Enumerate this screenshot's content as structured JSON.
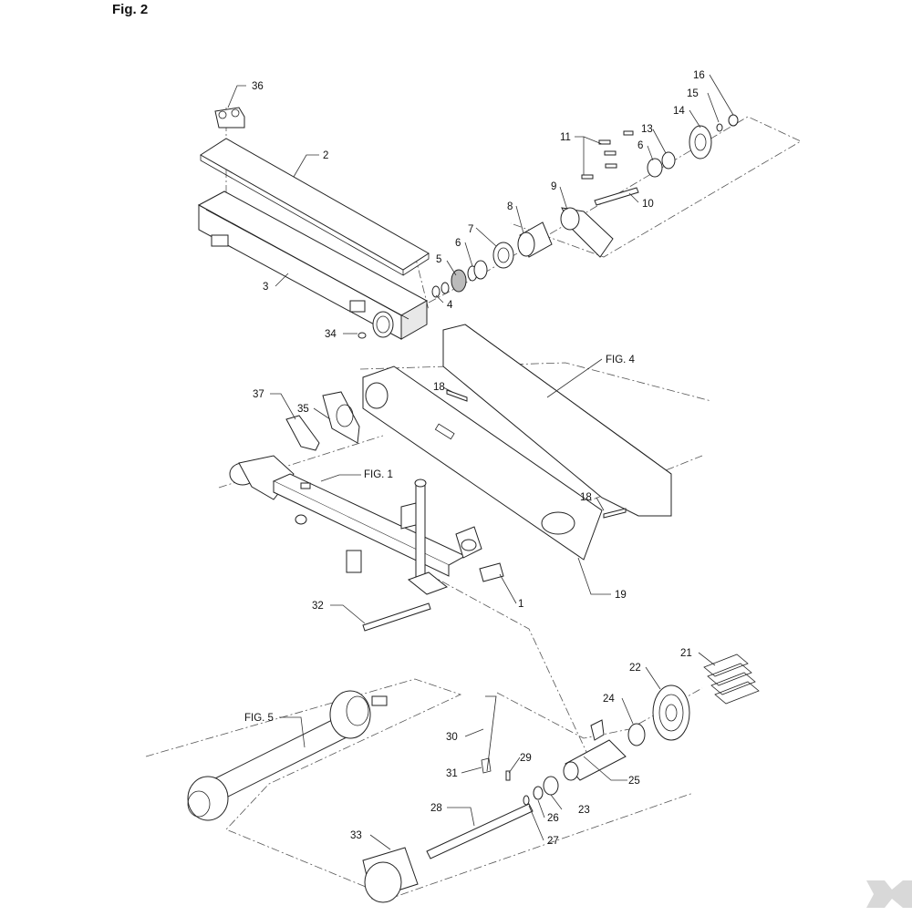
{
  "figure_title": "Fig. 2",
  "callouts": [
    {
      "id": "c36",
      "text": "36"
    },
    {
      "id": "c2",
      "text": "2"
    },
    {
      "id": "c3",
      "text": "3"
    },
    {
      "id": "c34",
      "text": "34"
    },
    {
      "id": "c4",
      "text": "4"
    },
    {
      "id": "c5",
      "text": "5"
    },
    {
      "id": "c6a",
      "text": "6"
    },
    {
      "id": "c7",
      "text": "7"
    },
    {
      "id": "c8",
      "text": "8"
    },
    {
      "id": "c9",
      "text": "9"
    },
    {
      "id": "c10",
      "text": "10"
    },
    {
      "id": "c11",
      "text": "11"
    },
    {
      "id": "c6b",
      "text": "6"
    },
    {
      "id": "c13",
      "text": "13"
    },
    {
      "id": "c14",
      "text": "14"
    },
    {
      "id": "c15",
      "text": "15"
    },
    {
      "id": "c16",
      "text": "16"
    },
    {
      "id": "cfig4",
      "text": "FIG. 4"
    },
    {
      "id": "c18a",
      "text": "18"
    },
    {
      "id": "c37",
      "text": "37"
    },
    {
      "id": "c35",
      "text": "35"
    },
    {
      "id": "cfig1",
      "text": "FIG. 1"
    },
    {
      "id": "c18b",
      "text": "18"
    },
    {
      "id": "c19",
      "text": "19"
    },
    {
      "id": "c32",
      "text": "32"
    },
    {
      "id": "c1",
      "text": "1"
    },
    {
      "id": "c21",
      "text": "21"
    },
    {
      "id": "c22",
      "text": "22"
    },
    {
      "id": "c24",
      "text": "24"
    },
    {
      "id": "cfig5",
      "text": "FIG. 5"
    },
    {
      "id": "c30",
      "text": "30"
    },
    {
      "id": "c29",
      "text": "29"
    },
    {
      "id": "c31",
      "text": "31"
    },
    {
      "id": "c25",
      "text": "25"
    },
    {
      "id": "c28",
      "text": "28"
    },
    {
      "id": "c23",
      "text": "23"
    },
    {
      "id": "c26",
      "text": "26"
    },
    {
      "id": "c33",
      "text": "33"
    },
    {
      "id": "c27",
      "text": "27"
    }
  ],
  "logo": {
    "text": "K",
    "color": "#d8d8d8"
  }
}
